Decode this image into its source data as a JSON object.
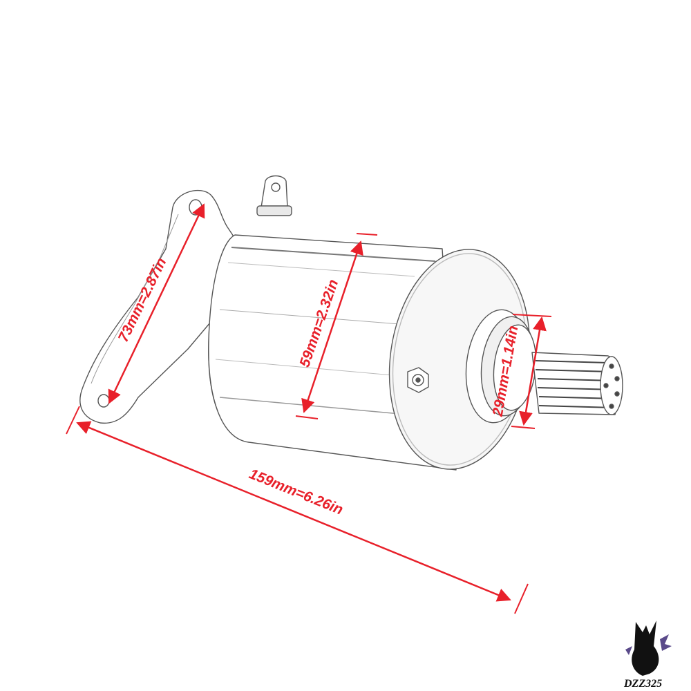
{
  "colors": {
    "dimension": "#e8202a",
    "outline": "#555555",
    "background": "#ffffff"
  },
  "dimensions": {
    "bracket_height": "73mm=2.87in",
    "body_diameter": "59mm=2.32in",
    "shaft_diameter": "29mm=1.14in",
    "total_length": "159mm=6.26in"
  },
  "logo": {
    "text": "DZZ325",
    "icon": "wolf-head-icon"
  }
}
